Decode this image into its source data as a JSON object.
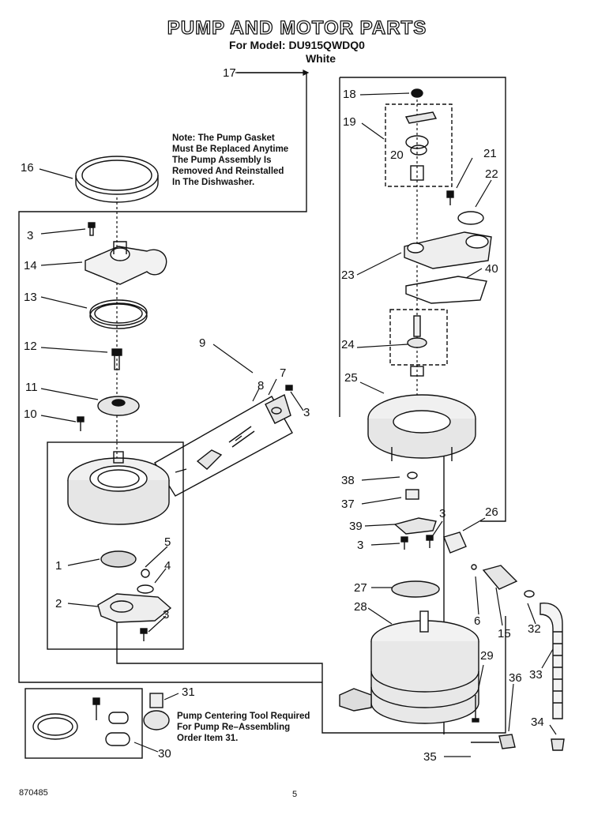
{
  "header": {
    "title": "PUMP AND MOTOR PARTS",
    "model": "For Model: DU915QWDQ0",
    "color": "White"
  },
  "notes": {
    "gasket": [
      "Note: The Pump Gasket",
      "Must Be Replaced Anytime",
      "The Pump Assembly Is",
      "Removed And Reinstalled",
      "In The Dishwasher."
    ],
    "tool": [
      "Pump Centering Tool Required",
      "For Pump Re–Assembling",
      "Order Item 31."
    ]
  },
  "callouts": [
    "17",
    "18",
    "19",
    "20",
    "21",
    "22",
    "16",
    "3",
    "14",
    "23",
    "40",
    "13",
    "12",
    "24",
    "9",
    "25",
    "7",
    "8",
    "11",
    "10",
    "3",
    "38",
    "37",
    "3",
    "26",
    "39",
    "3",
    "5",
    "1",
    "4",
    "27",
    "6",
    "15",
    "2",
    "28",
    "32",
    "3",
    "29",
    "33",
    "31",
    "36",
    "34",
    "30",
    "35"
  ],
  "footer": {
    "code": "870485",
    "page": "5"
  },
  "colors": {
    "ink": "#111111",
    "paper": "#ffffff",
    "fill": "#e6e6e6"
  }
}
